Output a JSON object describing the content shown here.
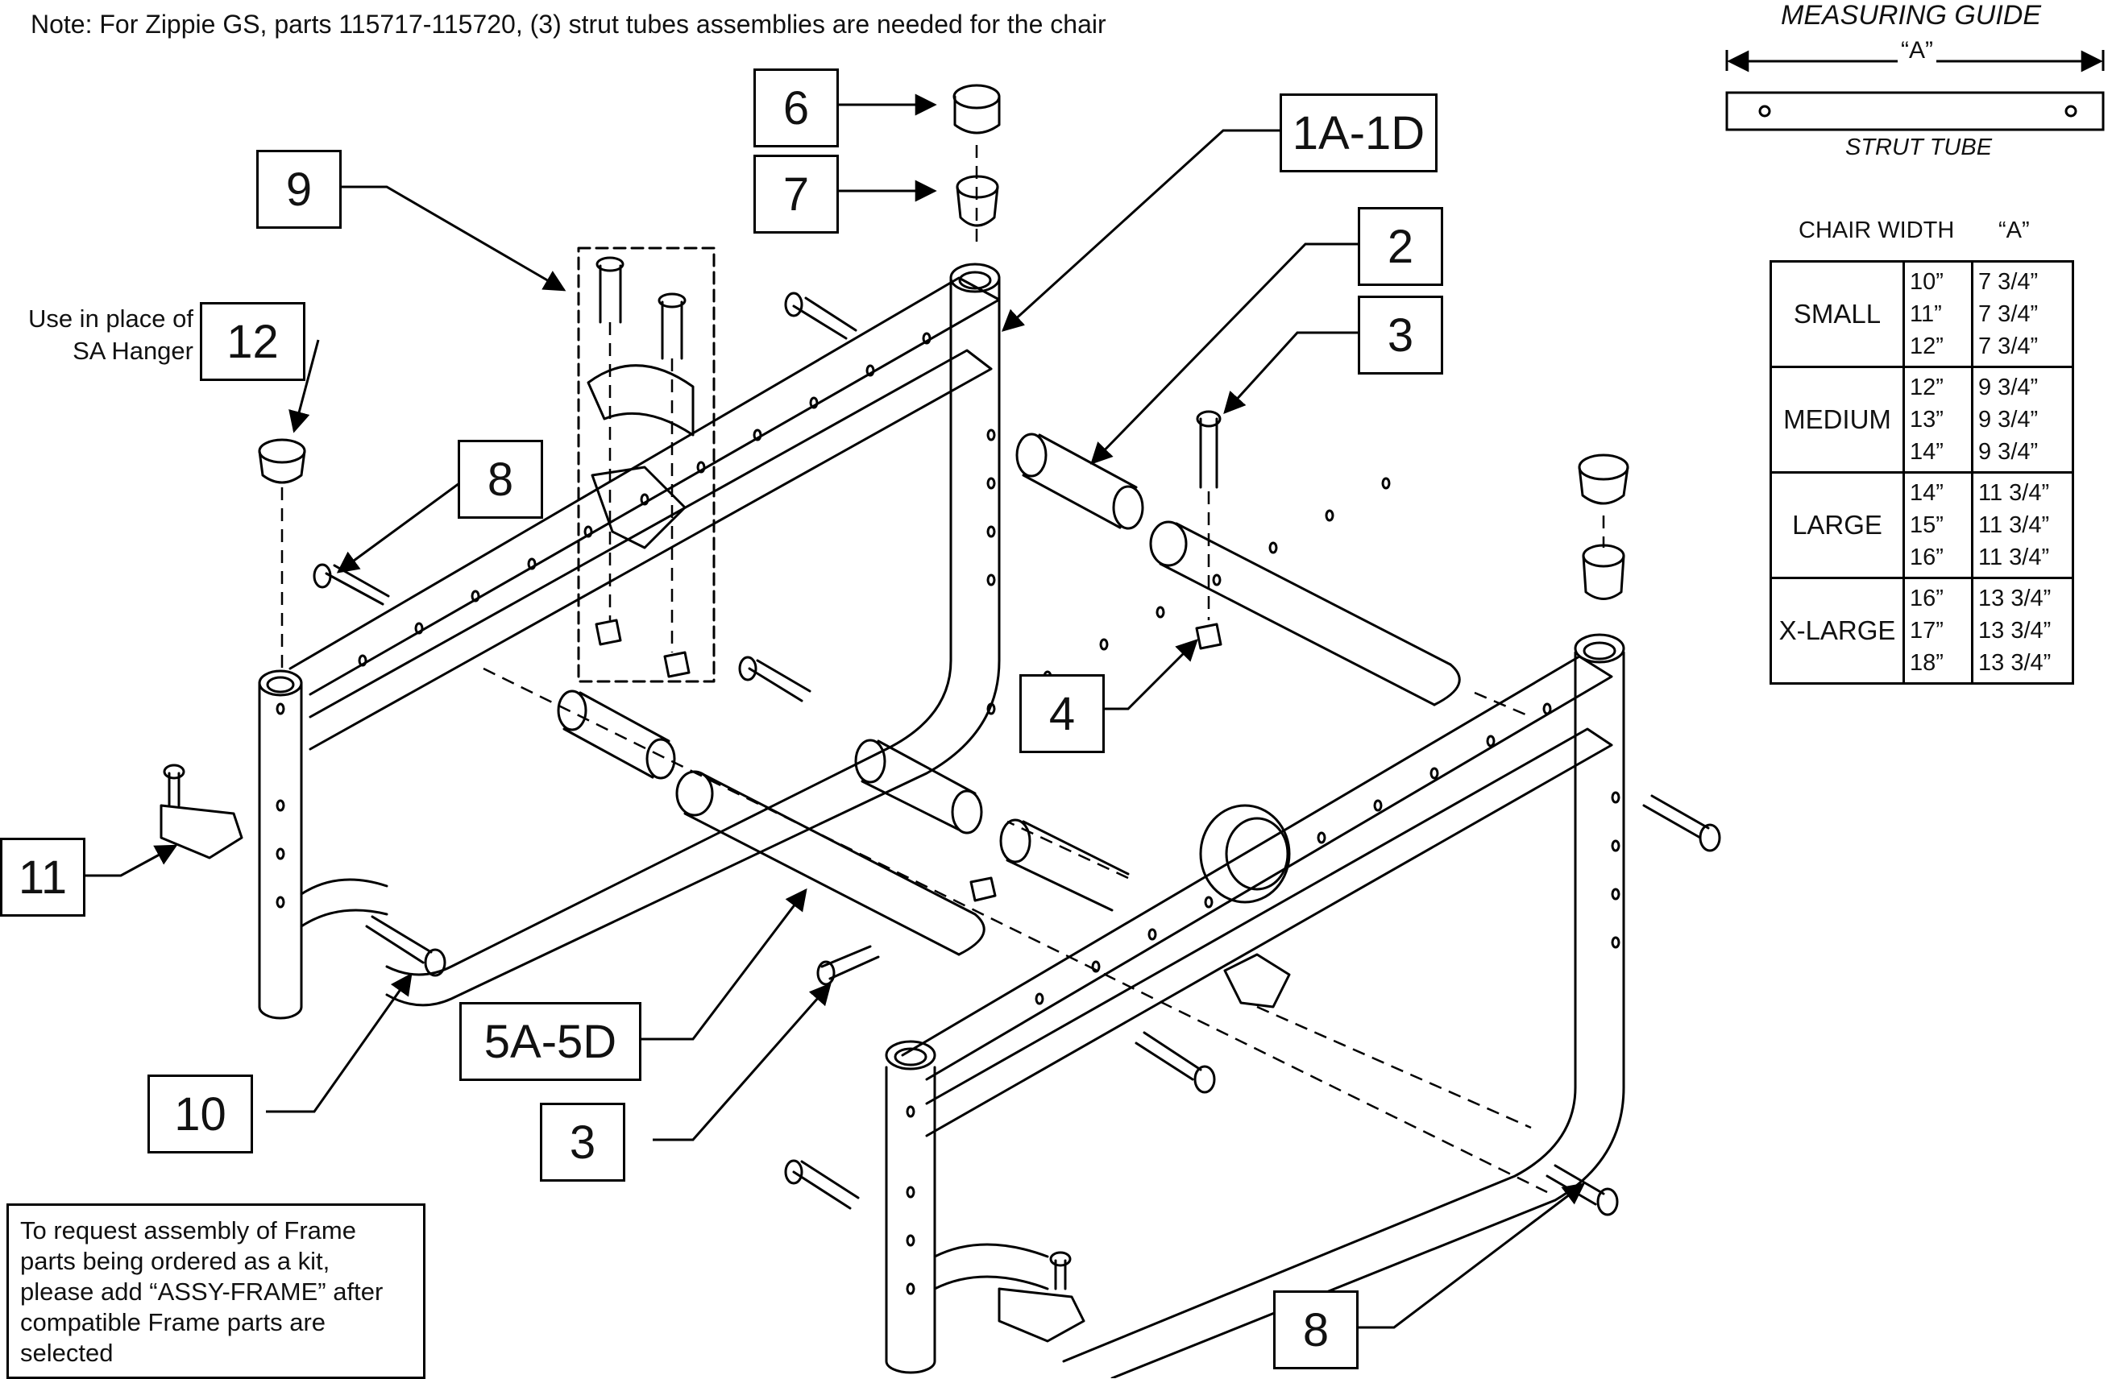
{
  "note": "Note: For Zippie GS, parts 115717-115720, (3) strut tubes assemblies are needed for the chair",
  "measuring_guide": {
    "title": "MEASURING GUIDE",
    "dimension_label": "“A”",
    "strut_tube_label": "STRUT TUBE"
  },
  "size_table": {
    "header_width": "CHAIR WIDTH",
    "header_a": "“A”",
    "rows": [
      {
        "size": "SMALL",
        "widths": [
          "10”",
          "11”",
          "12”"
        ],
        "a": [
          "7 3/4”",
          "7 3/4”",
          "7 3/4”"
        ]
      },
      {
        "size": "MEDIUM",
        "widths": [
          "12”",
          "13”",
          "14”"
        ],
        "a": [
          "9 3/4”",
          "9 3/4”",
          "9 3/4”"
        ]
      },
      {
        "size": "LARGE",
        "widths": [
          "14”",
          "15”",
          "16”"
        ],
        "a": [
          "11 3/4”",
          "11 3/4”",
          "11 3/4”"
        ]
      },
      {
        "size": "X-LARGE",
        "widths": [
          "16”",
          "17”",
          "18”"
        ],
        "a": [
          "13 3/4”",
          "13 3/4”",
          "13 3/4”"
        ]
      }
    ]
  },
  "callouts": {
    "c1": "1A-1D",
    "c2": "2",
    "c3a": "3",
    "c3b": "3",
    "c4": "4",
    "c5": "5A-5D",
    "c6": "6",
    "c7": "7",
    "c8a": "8",
    "c8b": "8",
    "c9": "9",
    "c10": "10",
    "c11": "11",
    "c12": "12"
  },
  "side_note_12": {
    "line1": "Use in place of",
    "line2": "SA Hanger"
  },
  "assembly_note": {
    "lines": [
      "To request assembly of Frame",
      "parts being ordered as a kit,",
      "please add “ASSY-FRAME” after",
      "compatible Frame parts are",
      "selected"
    ]
  }
}
